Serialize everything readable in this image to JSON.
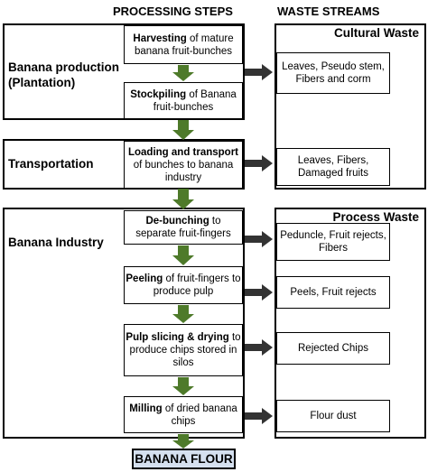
{
  "headers": {
    "processing_steps": "PROCESSING STEPS",
    "waste_streams": "WASTE STREAMS"
  },
  "sections": {
    "plantation": "Banana production (Plantation)",
    "transportation": "Transportation",
    "industry": "Banana Industry"
  },
  "waste_groups": {
    "cultural": "Cultural Waste",
    "process": "Process Waste"
  },
  "steps": [
    {
      "bold": "Harvesting",
      "rest": " of mature banana fruit-bunches"
    },
    {
      "bold": "Stockpiling",
      "rest": " of Banana fruit-bunches"
    },
    {
      "bold": "Loading and transport",
      "rest": " of bunches to banana industry"
    },
    {
      "bold": "De-bunching",
      "rest": " to separate fruit-fingers"
    },
    {
      "bold": "Peeling",
      "rest": " of fruit-fingers to produce pulp"
    },
    {
      "bold": "Pulp slicing & drying",
      "rest": " to produce chips stored in silos"
    },
    {
      "bold": "Milling",
      "rest": " of dried banana chips"
    }
  ],
  "wastes": [
    "Leaves,  Pseudo stem, Fibers and  corm",
    "Leaves, Fibers, Damaged fruits",
    "Peduncle, Fruit rejects,  Fibers",
    "Peels, Fruit rejects",
    "Rejected Chips",
    "Flour dust"
  ],
  "final_product": "BANANA FLOUR",
  "colors": {
    "arrow_green": "#4e7a2a",
    "arrow_dark": "#333333",
    "final_fill": "#d5e0ef"
  }
}
